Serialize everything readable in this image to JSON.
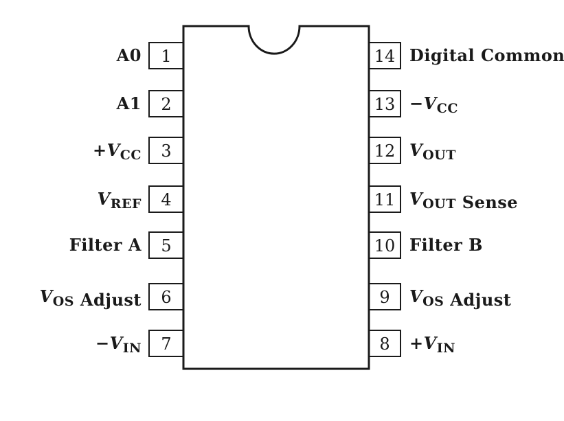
{
  "left_pins": [
    {
      "number": "1",
      "label": [
        {
          "t": "A0"
        }
      ]
    },
    {
      "number": "2",
      "label": [
        {
          "t": "A1"
        }
      ]
    },
    {
      "number": "3",
      "label": [
        {
          "t": "+"
        },
        {
          "t": "V",
          "i": true
        },
        {
          "t": "CC",
          "s": true
        }
      ]
    },
    {
      "number": "4",
      "label": [
        {
          "t": "V",
          "i": true
        },
        {
          "t": "REF",
          "s": true
        }
      ]
    },
    {
      "number": "5",
      "label": [
        {
          "t": "Filter A"
        }
      ]
    },
    {
      "number": "6",
      "label": [
        {
          "t": "V",
          "i": true
        },
        {
          "t": "OS",
          "s": true
        },
        {
          "t": " Adjust"
        }
      ]
    },
    {
      "number": "7",
      "label": [
        {
          "t": "−"
        },
        {
          "t": "V",
          "i": true
        },
        {
          "t": "IN",
          "s": true
        }
      ]
    }
  ],
  "right_pins": [
    {
      "number": "14",
      "label": [
        {
          "t": "Digital Common"
        }
      ]
    },
    {
      "number": "13",
      "label": [
        {
          "t": "−"
        },
        {
          "t": "V",
          "i": true
        },
        {
          "t": "CC",
          "s": true
        }
      ]
    },
    {
      "number": "12",
      "label": [
        {
          "t": "V",
          "i": true
        },
        {
          "t": "OUT",
          "s": true
        }
      ]
    },
    {
      "number": "11",
      "label": [
        {
          "t": "V",
          "i": true
        },
        {
          "t": "OUT",
          "s": true
        },
        {
          "t": " Sense"
        }
      ]
    },
    {
      "number": "10",
      "label": [
        {
          "t": "Filter B"
        }
      ]
    },
    {
      "number": "9",
      "label": [
        {
          "t": "V",
          "i": true
        },
        {
          "t": "OS",
          "s": true
        },
        {
          "t": " Adjust"
        }
      ]
    },
    {
      "number": "8",
      "label": [
        {
          "t": "+"
        },
        {
          "t": "V",
          "i": true
        },
        {
          "t": "IN",
          "s": true
        }
      ]
    }
  ]
}
